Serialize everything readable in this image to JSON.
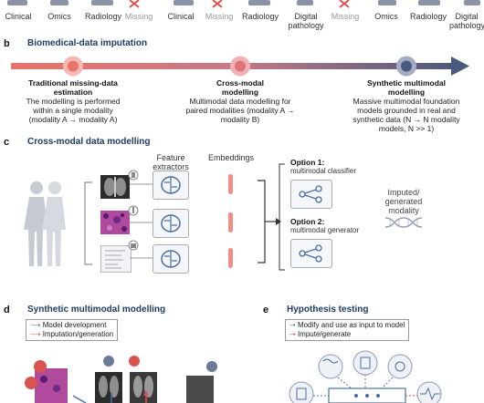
{
  "top_row": {
    "labels": [
      "Clinical",
      "Omics",
      "Radiology",
      "Missing",
      "Clinical",
      "Missing",
      "Radiology",
      "Digital pathology",
      "Missing",
      "Omics",
      "Radiology",
      "Digital pathology"
    ],
    "missing_color": "#d9534f"
  },
  "panel_b": {
    "letter": "b",
    "title": "Biomedical-data imputation",
    "stages": [
      {
        "title": "Traditional missing-data estimation",
        "body": "The modelling is performed within a single modality (modality A → modality A)",
        "marker_color": "#e8746c"
      },
      {
        "title": "Cross-modal modelling",
        "body": "Multimodal data modelling for paired modalities (modality A → modality B)",
        "marker_color": "#e8746c"
      },
      {
        "title": "Synthetic multimodal modelling",
        "body": "Massive multimodal foundation models grounded in real and synthetic data (N → N modality models, N >> 1)",
        "marker_color": "#4a5a7c"
      }
    ],
    "arrow_start_color": "#e8746c",
    "arrow_end_color": "#4a5a7c"
  },
  "panel_c": {
    "letter": "c",
    "title": "Cross-modal data modelling",
    "col_feature": "Feature extractors",
    "col_embeddings": "Embeddings",
    "option1_title": "Option 1:",
    "option1_sub": "multimodal classifier",
    "option2_title": "Option 2:",
    "option2_sub": "multimodal generator",
    "output_label": "Imputed/ generated modality"
  },
  "panel_d": {
    "letter": "d",
    "title": "Synthetic multimodal modelling",
    "legend": [
      {
        "label": "Model development",
        "color": "#4a6fa5"
      },
      {
        "label": "Imputation/generation",
        "color": "#d9534f"
      }
    ]
  },
  "panel_e": {
    "letter": "e",
    "title": "Hypothesis testing",
    "legend": [
      {
        "label": "Modify and use as input to model",
        "color": "#4a6fa5"
      },
      {
        "label": "Impute/generate",
        "color": "#d9534f"
      }
    ]
  }
}
